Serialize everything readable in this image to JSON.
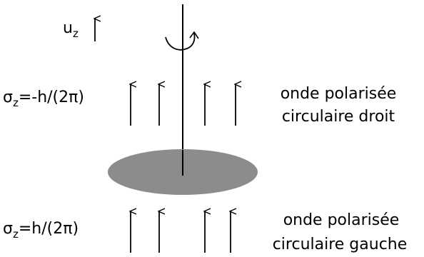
{
  "diagram": {
    "axis_label": {
      "main": "u",
      "sub": "z"
    },
    "top_spin": {
      "prefix": "σ",
      "sub": "z",
      "value": "=-h/(2π)"
    },
    "bottom_spin": {
      "prefix": "σ",
      "sub": "z",
      "value": "=h/(2π)"
    },
    "top_wave": {
      "line1": "onde polarisée",
      "line2": "circulaire droit"
    },
    "bottom_wave": {
      "line1": "onde polarisée",
      "line2": "circulaire gauche"
    },
    "colors": {
      "ink": "#000000",
      "disk": "#8c8c8c"
    }
  }
}
